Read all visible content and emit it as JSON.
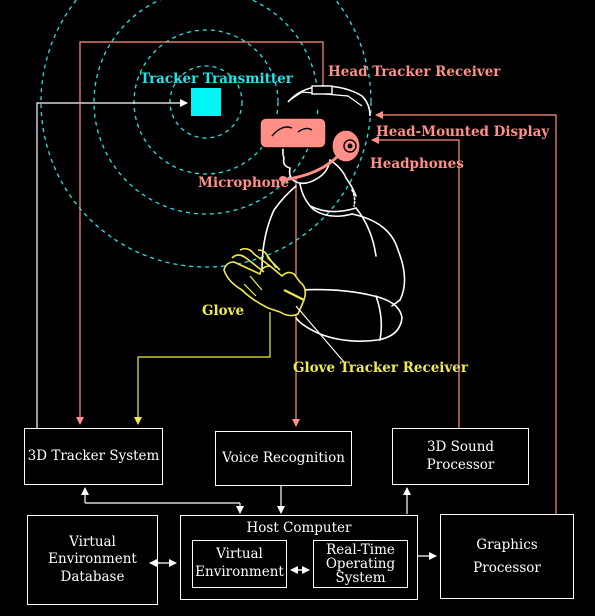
{
  "labels": {
    "tracker_transmitter": "Tracker Transmitter",
    "head_tracker_receiver": "Head Tracker Receiver",
    "head_mounted_display": "Head-Mounted Display",
    "headphones": "Headphones",
    "microphone": "Microphone",
    "glove": "Glove",
    "glove_tracker_receiver": "Glove Tracker Receiver"
  },
  "boxes": {
    "tracker_system": "3D Tracker System",
    "voice_recognition": "Voice Recognition",
    "sound_processor": "3D Sound Processor",
    "ve_database": [
      "Virtual",
      "Environment",
      "Database"
    ],
    "host_computer": "Host Computer",
    "virtual_environment": [
      "Virtual",
      "Environment"
    ],
    "realtime_os": [
      "Real-Time",
      "Operating",
      "System"
    ],
    "graphics_processor": [
      "Graphics",
      "Processor"
    ]
  },
  "colors": {
    "background": "#000000",
    "label_pink": "#ff8f87",
    "label_cyan": "#26e3e6",
    "label_yellow": "#efeb4a",
    "box_border": "#ffffff",
    "wire_pink": "#ff8f87",
    "wire_yellow": "#efeb4a",
    "field_rings": "#26e3e6"
  }
}
